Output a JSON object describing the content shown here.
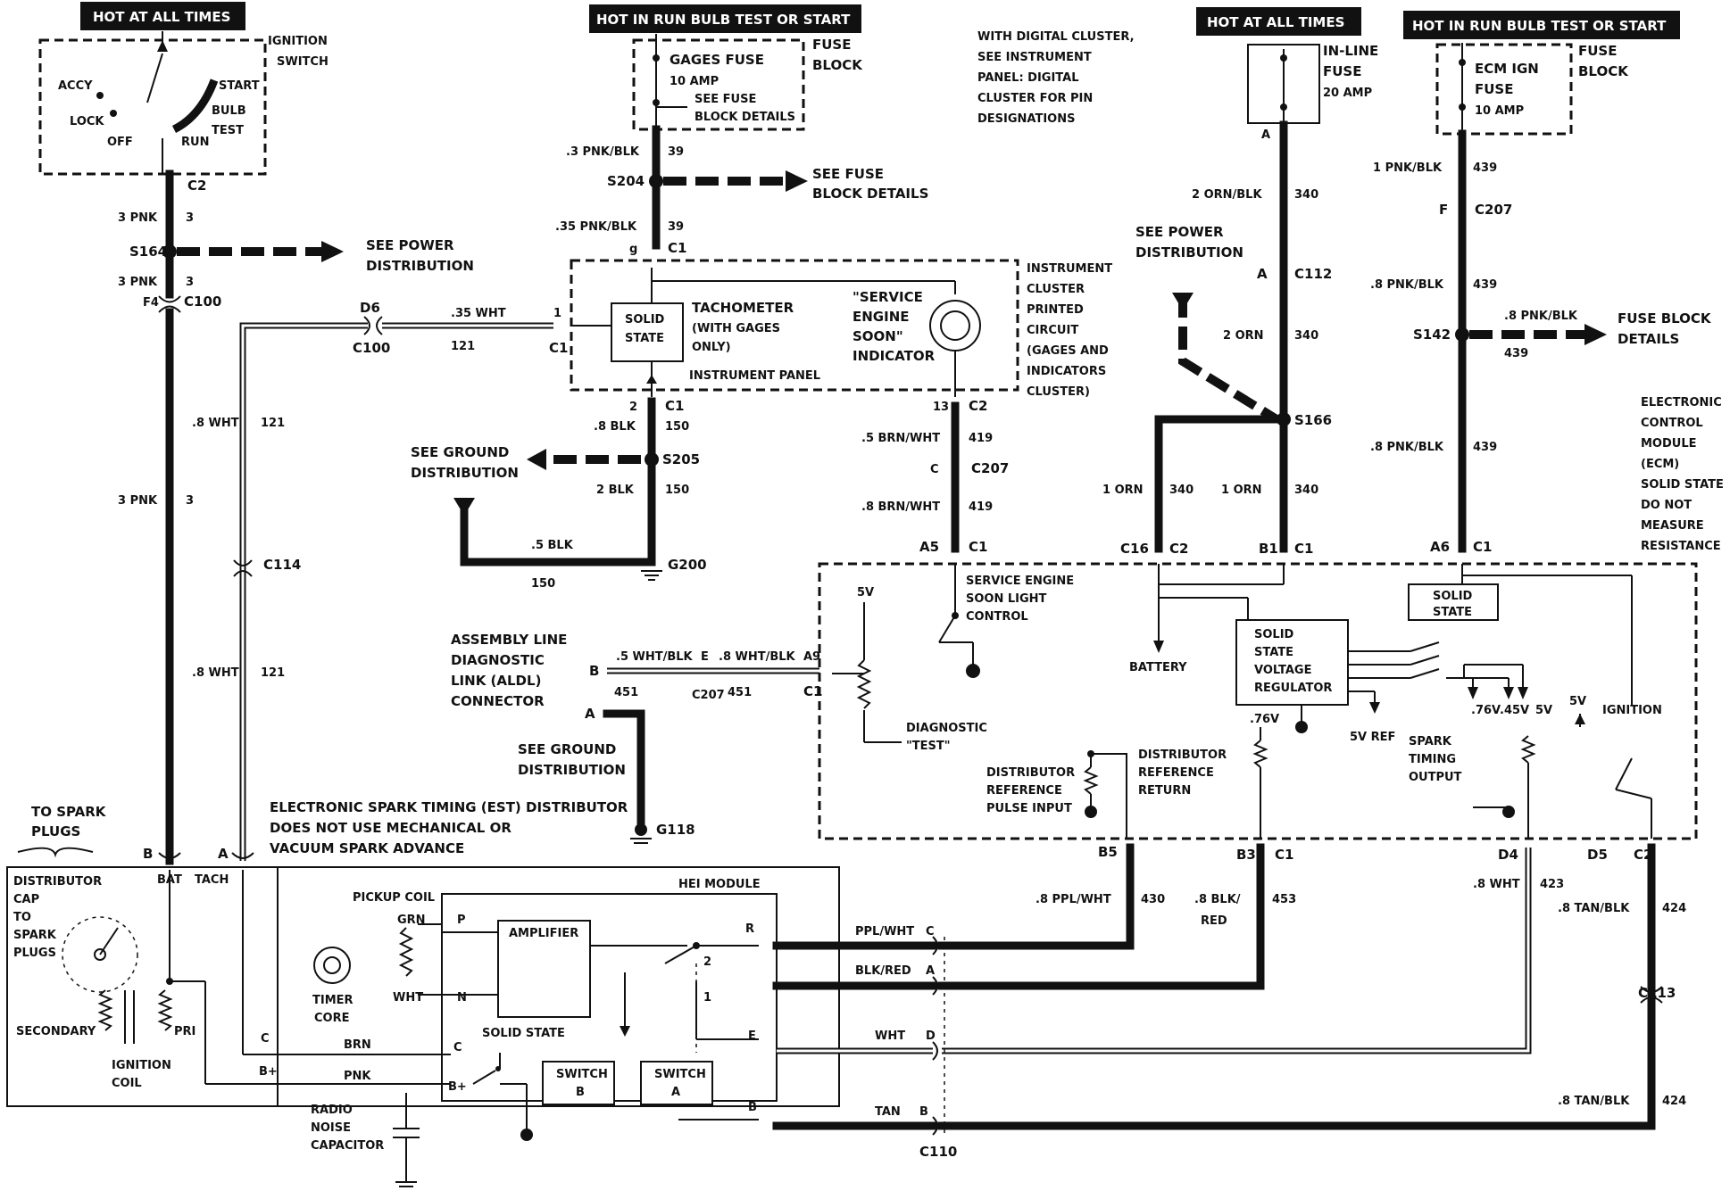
{
  "headers": {
    "hot_all_times_left": "HOT AT ALL TIMES",
    "hot_in_run_center": "HOT IN RUN  BULB TEST OR START",
    "hot_all_times_right": "HOT AT ALL TIMES",
    "hot_in_run_right": "HOT IN RUN BULB TEST OR START"
  },
  "ignition": {
    "title_line1": "IGNITION",
    "title_line2": "SWITCH",
    "accy": "ACCY",
    "lock": "LOCK",
    "off": "OFF",
    "run": "RUN",
    "start": "START",
    "bulb": "BULB",
    "test": "TEST"
  },
  "gages_fuse": {
    "name": "GAGES FUSE",
    "rating": "10 AMP",
    "see1": "SEE FUSE",
    "see2": "BLOCK DETAILS",
    "fuse_block1": "FUSE",
    "fuse_block2": "BLOCK"
  },
  "digital_note": [
    "WITH DIGITAL CLUSTER,",
    "SEE INSTRUMENT",
    "PANEL: DIGITAL",
    "CLUSTER FOR PIN",
    "DESIGNATIONS"
  ],
  "inline_fuse": {
    "line1": "IN-LINE",
    "line2": "FUSE",
    "rating": "20 AMP",
    "pin": "A"
  },
  "ecm_fuse": {
    "name1": "ECM IGN",
    "name2": "FUSE",
    "rating": "10 AMP",
    "fuse_block1": "FUSE",
    "fuse_block2": "BLOCK"
  },
  "wires": {
    "c2_left": "C2",
    "w3pnk_a": "3 PNK",
    "w3_a": "3",
    "s164": "S164",
    "see_power1": "SEE POWER",
    "see_power2": "DISTRIBUTION",
    "w3pnk_b": "3 PNK",
    "w3_b": "3",
    "f4": "F4",
    "c100_a": "C100",
    "d6": "D6",
    "c100_b": "C100",
    "w35wht": ".35 WHT",
    "w121_a": "121",
    "pin1": "1",
    "c1_tach": "C1",
    "w8wht_a": ".8 WHT",
    "w121_b": "121",
    "w3pnk_c": "3 PNK",
    "w3_c": "3",
    "c114": "C114",
    "w8wht_b": ".8 WHT",
    "w121_c": "121",
    "w3pnk_blk": ".3 PNK/BLK",
    "w39_a": "39",
    "s204": "S204",
    "see_fuse1": "SEE FUSE",
    "see_fuse2": "BLOCK DETAILS",
    "w35pnk_blk": ".35 PNK/BLK",
    "w39_b": "39",
    "g9": "g",
    "c1_top": "C1",
    "pin2": "2",
    "c1_gnd": "C1",
    "w8blk": ".8 BLK",
    "w150_a": "150",
    "see_gnd1": "SEE GROUND",
    "see_gnd2": "DISTRIBUTION",
    "s205": "S205",
    "w2blk": "2 BLK",
    "w150_b": "150",
    "w5blk": ".5 BLK",
    "w150_c": "150",
    "g200": "G200",
    "pin13": "13",
    "c2_ses": "C2",
    "w5brnwht": ".5 BRN/WHT",
    "w419_a": "419",
    "c_pin": "C",
    "c207_a": "C207",
    "w8brnwht": ".8 BRN/WHT",
    "w419_b": "419",
    "a5": "A5",
    "c1_a5": "C1",
    "w2ornblk": "2 ORN/BLK",
    "w340_a": "340",
    "see_power3": "SEE POWER",
    "see_power4": "DISTRIBUTION",
    "a_c112": "A",
    "c112": "C112",
    "w2orn": "2 ORN",
    "w340_b": "340",
    "s166": "S166",
    "w1orn_a": "1 ORN",
    "w340_c": "340",
    "w1orn_b": "1 ORN",
    "w340_d": "340",
    "c16": "C16",
    "c2_c16": "C2",
    "b1": "B1",
    "c1_b1": "C1",
    "w1pnkblk": "1 PNK/BLK",
    "w439_a": "439",
    "f_c207": "F",
    "c207_b": "C207",
    "w8pnkblk_a": ".8 PNK/BLK",
    "w439_b": "439",
    "s142": "S142",
    "w8pnkblk_b": ".8 PNK/BLK",
    "w439_c": "439",
    "fuse_block_details1": "FUSE BLOCK",
    "fuse_block_details2": "DETAILS",
    "w8pnkblk_c": ".8 PNK/BLK",
    "w439_d": "439",
    "a6": "A6",
    "c1_a6": "C1"
  },
  "cluster": {
    "title": [
      "INSTRUMENT",
      "CLUSTER",
      "PRINTED",
      "CIRCUIT",
      "(GAGES AND",
      "INDICATORS",
      "CLUSTER)"
    ],
    "solid1": "SOLID",
    "solid2": "STATE",
    "tach": "TACHOMETER",
    "tach2": "(WITH GAGES",
    "tach3": "ONLY)",
    "ses1": "\"SERVICE",
    "ses2": "ENGINE",
    "ses3": "SOON\"",
    "ses4": "INDICATOR",
    "panel": "INSTRUMENT PANEL"
  },
  "ecm": {
    "title": [
      "ELECTRONIC",
      "CONTROL",
      "MODULE",
      "(ECM)",
      "SOLID STATE",
      "DO NOT",
      "MEASURE",
      "RESISTANCE"
    ],
    "ses_ctrl1": "SERVICE ENGINE",
    "ses_ctrl2": "SOON LIGHT",
    "ses_ctrl3": "CONTROL",
    "v5": "5V",
    "diag1": "DIAGNOSTIC",
    "diag2": "\"TEST\"",
    "battery": "BATTERY",
    "reg1": "SOLID",
    "reg2": "STATE",
    "reg3": "VOLTAGE",
    "reg4": "REGULATOR",
    "ss1": "SOLID",
    "ss2": "STATE",
    "v76": ".76V",
    "v45": ".45V",
    "v5b": "5V",
    "v5c": "5V",
    "ignition": "IGNITION",
    "v5ref": "5V REF",
    "v76b": ".76V",
    "dri1": "DISTRIBUTOR",
    "dri2": "REFERENCE",
    "dri3": "PULSE INPUT",
    "drr1": "DISTRIBUTOR",
    "drr2": "REFERENCE",
    "drr3": "RETURN",
    "spark1": "SPARK",
    "spark2": "TIMING",
    "spark3": "OUTPUT"
  },
  "aldl": {
    "title": [
      "ASSEMBLY LINE",
      "DIAGNOSTIC",
      "LINK (ALDL)",
      "CONNECTOR"
    ],
    "b": "B",
    "a": "A",
    "w5whtblk": ".5 WHT/BLK",
    "e": "E",
    "w8whtblk": ".8 WHT/BLK",
    "a9": "A9",
    "w451_a": "451",
    "c207": "C207",
    "w451_b": "451",
    "c1": "C1",
    "see_gnd1": "SEE GROUND",
    "see_gnd2": "DISTRIBUTION",
    "g118": "G118"
  },
  "est_note": [
    "ELECTRONIC SPARK TIMING (EST) DISTRIBUTOR",
    "DOES NOT USE MECHANICAL OR",
    "VACUUM SPARK ADVANCE"
  ],
  "bottom_pins": {
    "b5": "B5",
    "b3": "B3",
    "c1": "C1",
    "d4": "D4",
    "d5": "D5",
    "c2": "C2",
    "w8pplwht": ".8 PPL/WHT",
    "w430": "430",
    "w8blkred1": ".8 BLK/",
    "w8blkred2": "RED",
    "w453": "453",
    "w8wht": ".8 WHT",
    "w423": "423",
    "w8tanblk_a": ".8 TAN/BLK",
    "w424_a": "424",
    "c113": "C113",
    "w8tanblk_b": ".8 TAN/BLK",
    "w424_b": "424"
  },
  "distributor": {
    "to_spark1": "TO SPARK",
    "to_spark2": "PLUGS",
    "b": "B",
    "a": "A",
    "bat": "BAT",
    "tach": "TACH",
    "cap": [
      "DISTRIBUTOR",
      "CAP",
      "TO",
      "SPARK",
      "PLUGS"
    ],
    "secondary": "SECONDARY",
    "pri": "PRI",
    "coil1": "IGNITION",
    "coil2": "COIL",
    "c": "C",
    "bplus": "B+",
    "pickup": "PICKUP COIL",
    "grn": "GRN",
    "wht": "WHT",
    "timer1": "TIMER",
    "timer2": "CORE",
    "brn": "BRN",
    "pnk": "PNK",
    "radio1": "RADIO",
    "radio2": "NOISE",
    "radio3": "CAPACITOR",
    "hei": "HEI MODULE",
    "p": "P",
    "n": "N",
    "amp": "AMPLIFIER",
    "r": "R",
    "two": "2",
    "one": "1",
    "e": "E",
    "b_out": "B",
    "solid": "SOLID STATE",
    "c_in": "C",
    "bplus_in": "B+",
    "swb1": "SWITCH",
    "swb2": "B",
    "swa1": "SWITCH",
    "swa2": "A",
    "ppl_wht": "PPL/WHT",
    "pc": "C",
    "blk_red": "BLK/RED",
    "pa": "A",
    "w_wht": "WHT",
    "pd": "D",
    "tan": "TAN",
    "pb": "B",
    "c110": "C110"
  }
}
